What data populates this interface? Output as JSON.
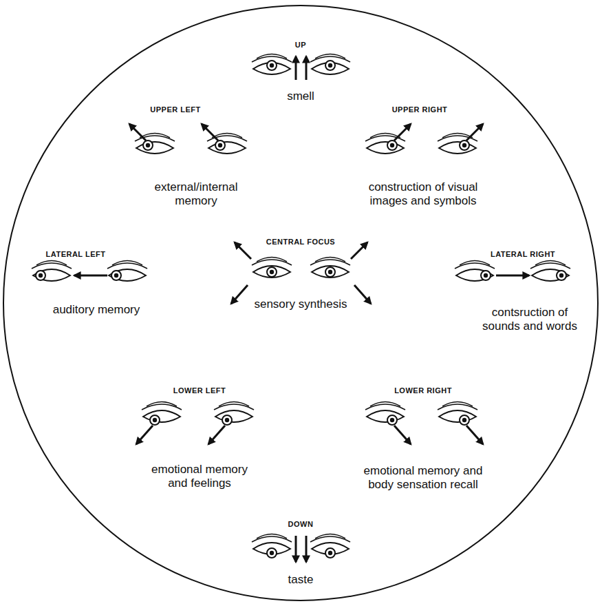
{
  "diagram": {
    "labels": [
      "UP",
      "smell",
      "UPPER LEFT",
      "external/internal memory",
      "UPPER RIGHT",
      "construction of visual images and symbols",
      "CENTRAL FOCUS",
      "LATERAL LEFT",
      "sensory synthesis",
      "auditory memory",
      "LATERAL RIGHT",
      "contsruction of sounds and words",
      "LOWER LEFT",
      "emotional memory and feelings",
      "LOWER RIGHT",
      "emotional memory and body sensation recall",
      "DOWN",
      "taste"
    ]
  }
}
